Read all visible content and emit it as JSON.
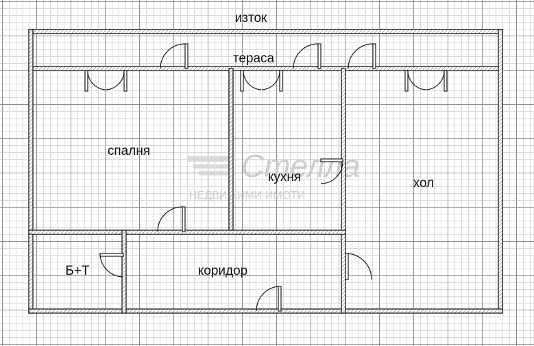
{
  "plan": {
    "orientation_label": "изток",
    "rooms": {
      "terrace": "тераса",
      "bedroom": "спалня",
      "kitchen": "кухня",
      "living_room": "хол",
      "bathroom": "Б+Т",
      "corridor": "коридор"
    }
  },
  "watermark": {
    "logo_text": "Стелла",
    "tagline": "НЕДВИЖИМИ ИМОТИ"
  },
  "colors": {
    "grid_major": "#8e8e8e",
    "grid_minor": "#d9d9d9",
    "wall_outline": "#1a1a1a",
    "watermark": "#c9c9c9"
  }
}
